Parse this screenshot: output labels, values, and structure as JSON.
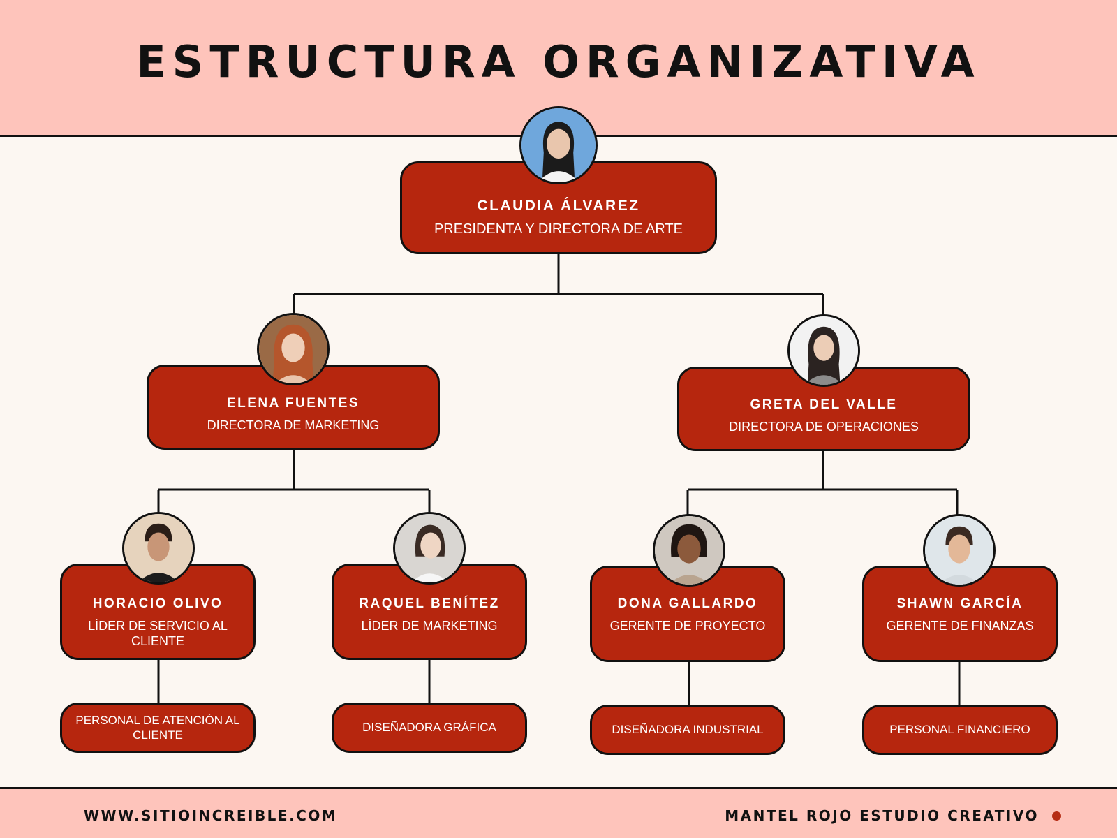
{
  "header": {
    "title": "ESTRUCTURA ORGANIZATIVA"
  },
  "president": {
    "name": "CLAUDIA ÁLVAREZ",
    "role": "PRESIDENTA Y DIRECTORA DE ARTE",
    "avatar_icon": "person-photo-icon"
  },
  "directors": [
    {
      "name": "ELENA FUENTES",
      "role": "DIRECTORA DE MARKETING",
      "avatar_icon": "person-photo-icon"
    },
    {
      "name": "GRETA DEL VALLE",
      "role": "DIRECTORA DE OPERACIONES",
      "avatar_icon": "person-photo-icon"
    }
  ],
  "leads": [
    {
      "name": "HORACIO OLIVO",
      "role": "LÍDER DE SERVICIO AL CLIENTE",
      "avatar_icon": "person-photo-icon"
    },
    {
      "name": "RAQUEL BENÍTEZ",
      "role": "LÍDER DE MARKETING",
      "avatar_icon": "person-photo-icon"
    },
    {
      "name": "DONA GALLARDO",
      "role": "GERENTE DE PROYECTO",
      "avatar_icon": "person-photo-icon"
    },
    {
      "name": "SHAWN GARCÍA",
      "role": "GERENTE DE FINANZAS",
      "avatar_icon": "person-photo-icon"
    }
  ],
  "staff": [
    {
      "label": "PERSONAL DE ATENCIÓN AL CLIENTE"
    },
    {
      "label": "DISEÑADORA GRÁFICA"
    },
    {
      "label": "DISEÑADORA INDUSTRIAL"
    },
    {
      "label": "PERSONAL FINANCIERO"
    }
  ],
  "footer": {
    "website": "WWW.SITIOINCREIBLE.COM",
    "brand": "MANTEL ROJO ESTUDIO CREATIVO"
  },
  "colors": {
    "header_bg": "#fec4bb",
    "page_bg": "#fcf7f2",
    "box_fill": "#b6260e",
    "accent_dot": "#b62d15"
  }
}
